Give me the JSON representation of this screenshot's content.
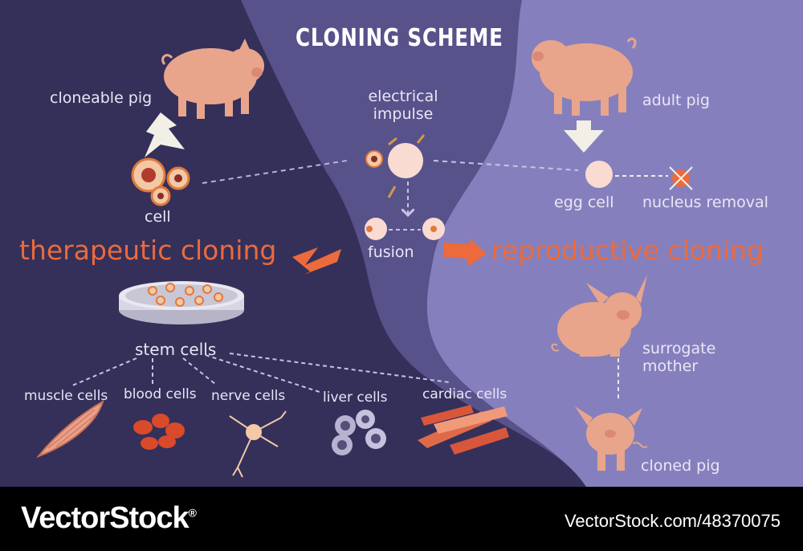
{
  "title": "CLONING SCHEME",
  "labels": {
    "cloneable_pig": "cloneable pig",
    "cell": "cell",
    "electrical_impulse_line1": "electrical",
    "electrical_impulse_line2": "impulse",
    "fusion": "fusion",
    "adult_pig": "adult pig",
    "egg_cell": "egg cell",
    "nucleus_removal": "nucleus removal",
    "therapeutic_cloning": "therapeutic cloning",
    "reproductive_cloning": "reproductive cloning",
    "stem_cells": "stem cells",
    "surrogate_mother_line1": "surrogate",
    "surrogate_mother_line2": "mother",
    "cloned_pig": "cloned pig"
  },
  "cell_types": [
    {
      "label": "muscle cells",
      "icon": "muscle-icon"
    },
    {
      "label": "blood cells",
      "icon": "blood-cells-icon"
    },
    {
      "label": "nerve cells",
      "icon": "nerve-cell-icon"
    },
    {
      "label": "liver cells",
      "icon": "liver-cells-icon"
    },
    {
      "label": "cardiac cells",
      "icon": "cardiac-cells-icon"
    }
  ],
  "footer": {
    "brand": "VectorStock",
    "brand_mark": "®",
    "url": "VectorStock.com/48370075"
  },
  "colors": {
    "dark_background": "#34305a",
    "mid_background": "#57528a",
    "light_background": "#8580bd",
    "accent_orange": "#ec6a3c",
    "pig_pink": "#e8a58c",
    "text": "#e9e6f5"
  }
}
